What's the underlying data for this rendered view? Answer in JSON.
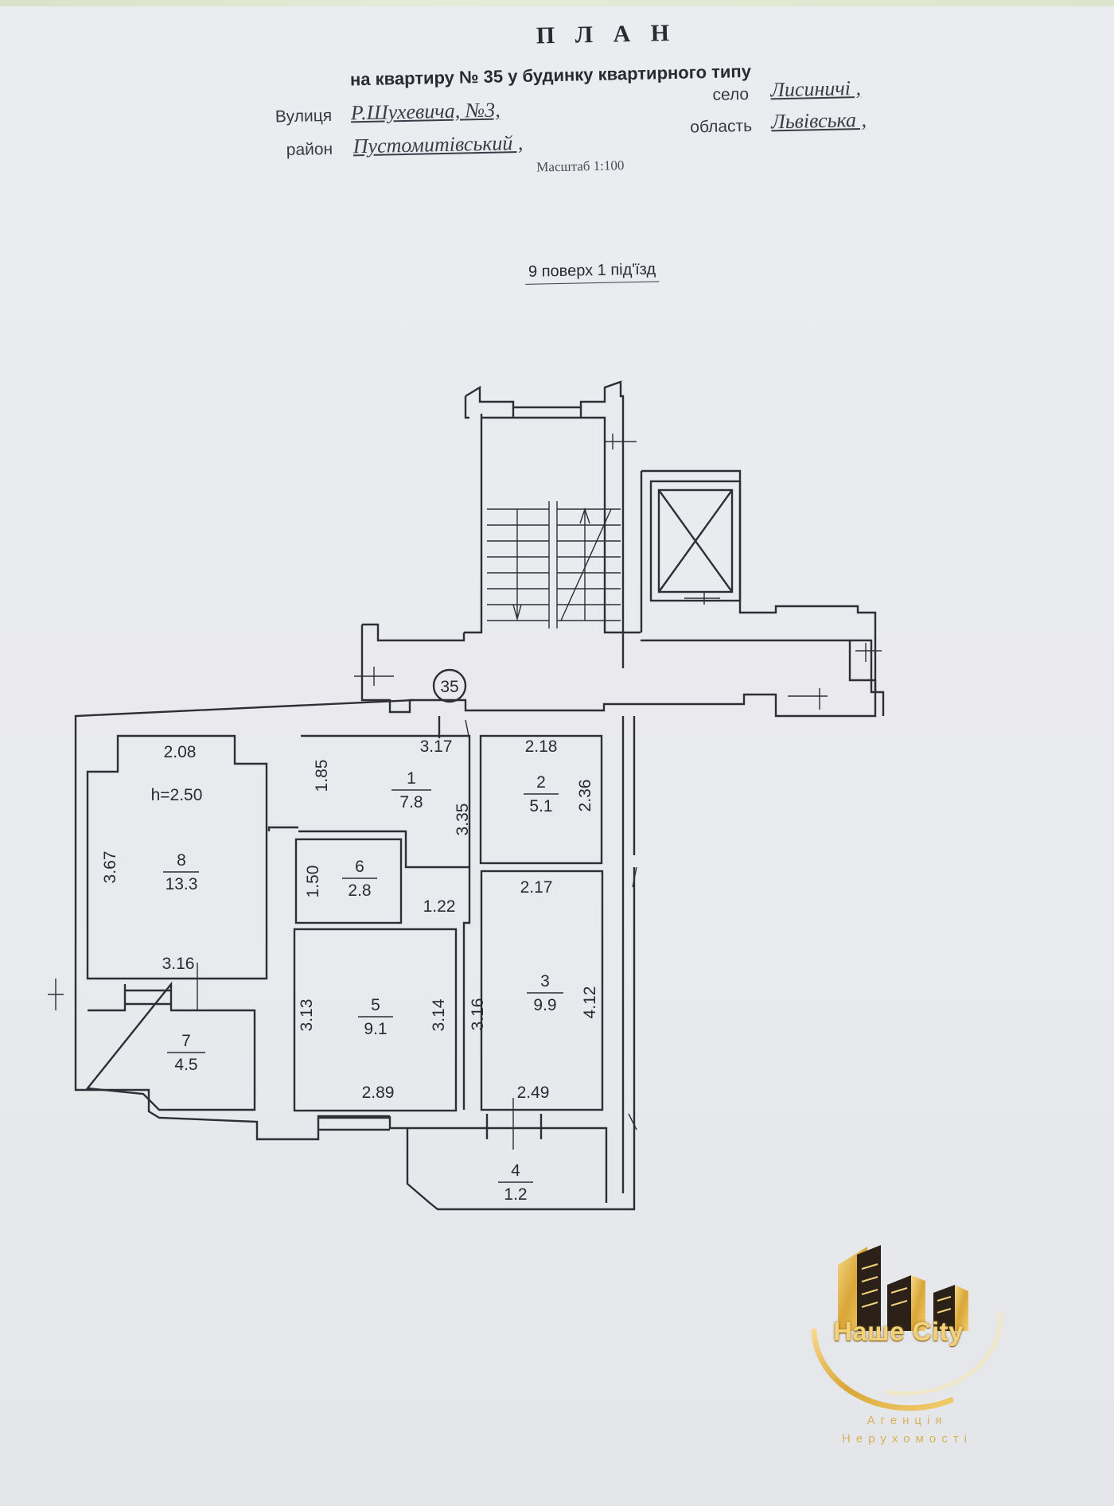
{
  "header": {
    "title": "П Л А Н",
    "subtitle": "на квартиру  № 35 у  будинку квартирного типу",
    "street_label": "Вулиця",
    "street_value": "Р.Шухевича, №3,",
    "district_label": "район",
    "district_value": "Пустомитівський ,",
    "village_label": "село",
    "village_value": "Лисиничі ,",
    "region_label": "область",
    "region_value": "Львівська ,",
    "scale": "Масштаб 1:100",
    "floor_info": "9 поверх 1 під'їзд"
  },
  "plan": {
    "apartment_marker": "35",
    "ceiling_height": "h=2.50",
    "rooms": [
      {
        "num": "1",
        "area": "7.8"
      },
      {
        "num": "2",
        "area": "5.1"
      },
      {
        "num": "3",
        "area": "9.9"
      },
      {
        "num": "4",
        "area": "1.2"
      },
      {
        "num": "5",
        "area": "9.1"
      },
      {
        "num": "6",
        "area": "2.8"
      },
      {
        "num": "7",
        "area": "4.5"
      },
      {
        "num": "8",
        "area": "13.3"
      }
    ],
    "dimensions": {
      "r8_top": "2.08",
      "r8_side": "3.67",
      "r8_bottom": "3.16",
      "r1_top": "3.17",
      "r1_left": "1.85",
      "r1_right": "3.35",
      "r2_top": "2.18",
      "r2_side": "2.36",
      "r6_side": "1.50",
      "r6_bottom": "1.22",
      "r3_top": "2.17",
      "r3_left": "3.16",
      "r3_right": "4.12",
      "r3_bottom": "2.49",
      "r5_left": "3.13",
      "r5_right": "3.14",
      "r5_bottom": "2.89"
    }
  },
  "logo": {
    "name": "Наше City",
    "tagline_1": "Агенція",
    "tagline_2": "Нерухомості",
    "gold": "#e8b84a",
    "dark": "#2b2118"
  }
}
